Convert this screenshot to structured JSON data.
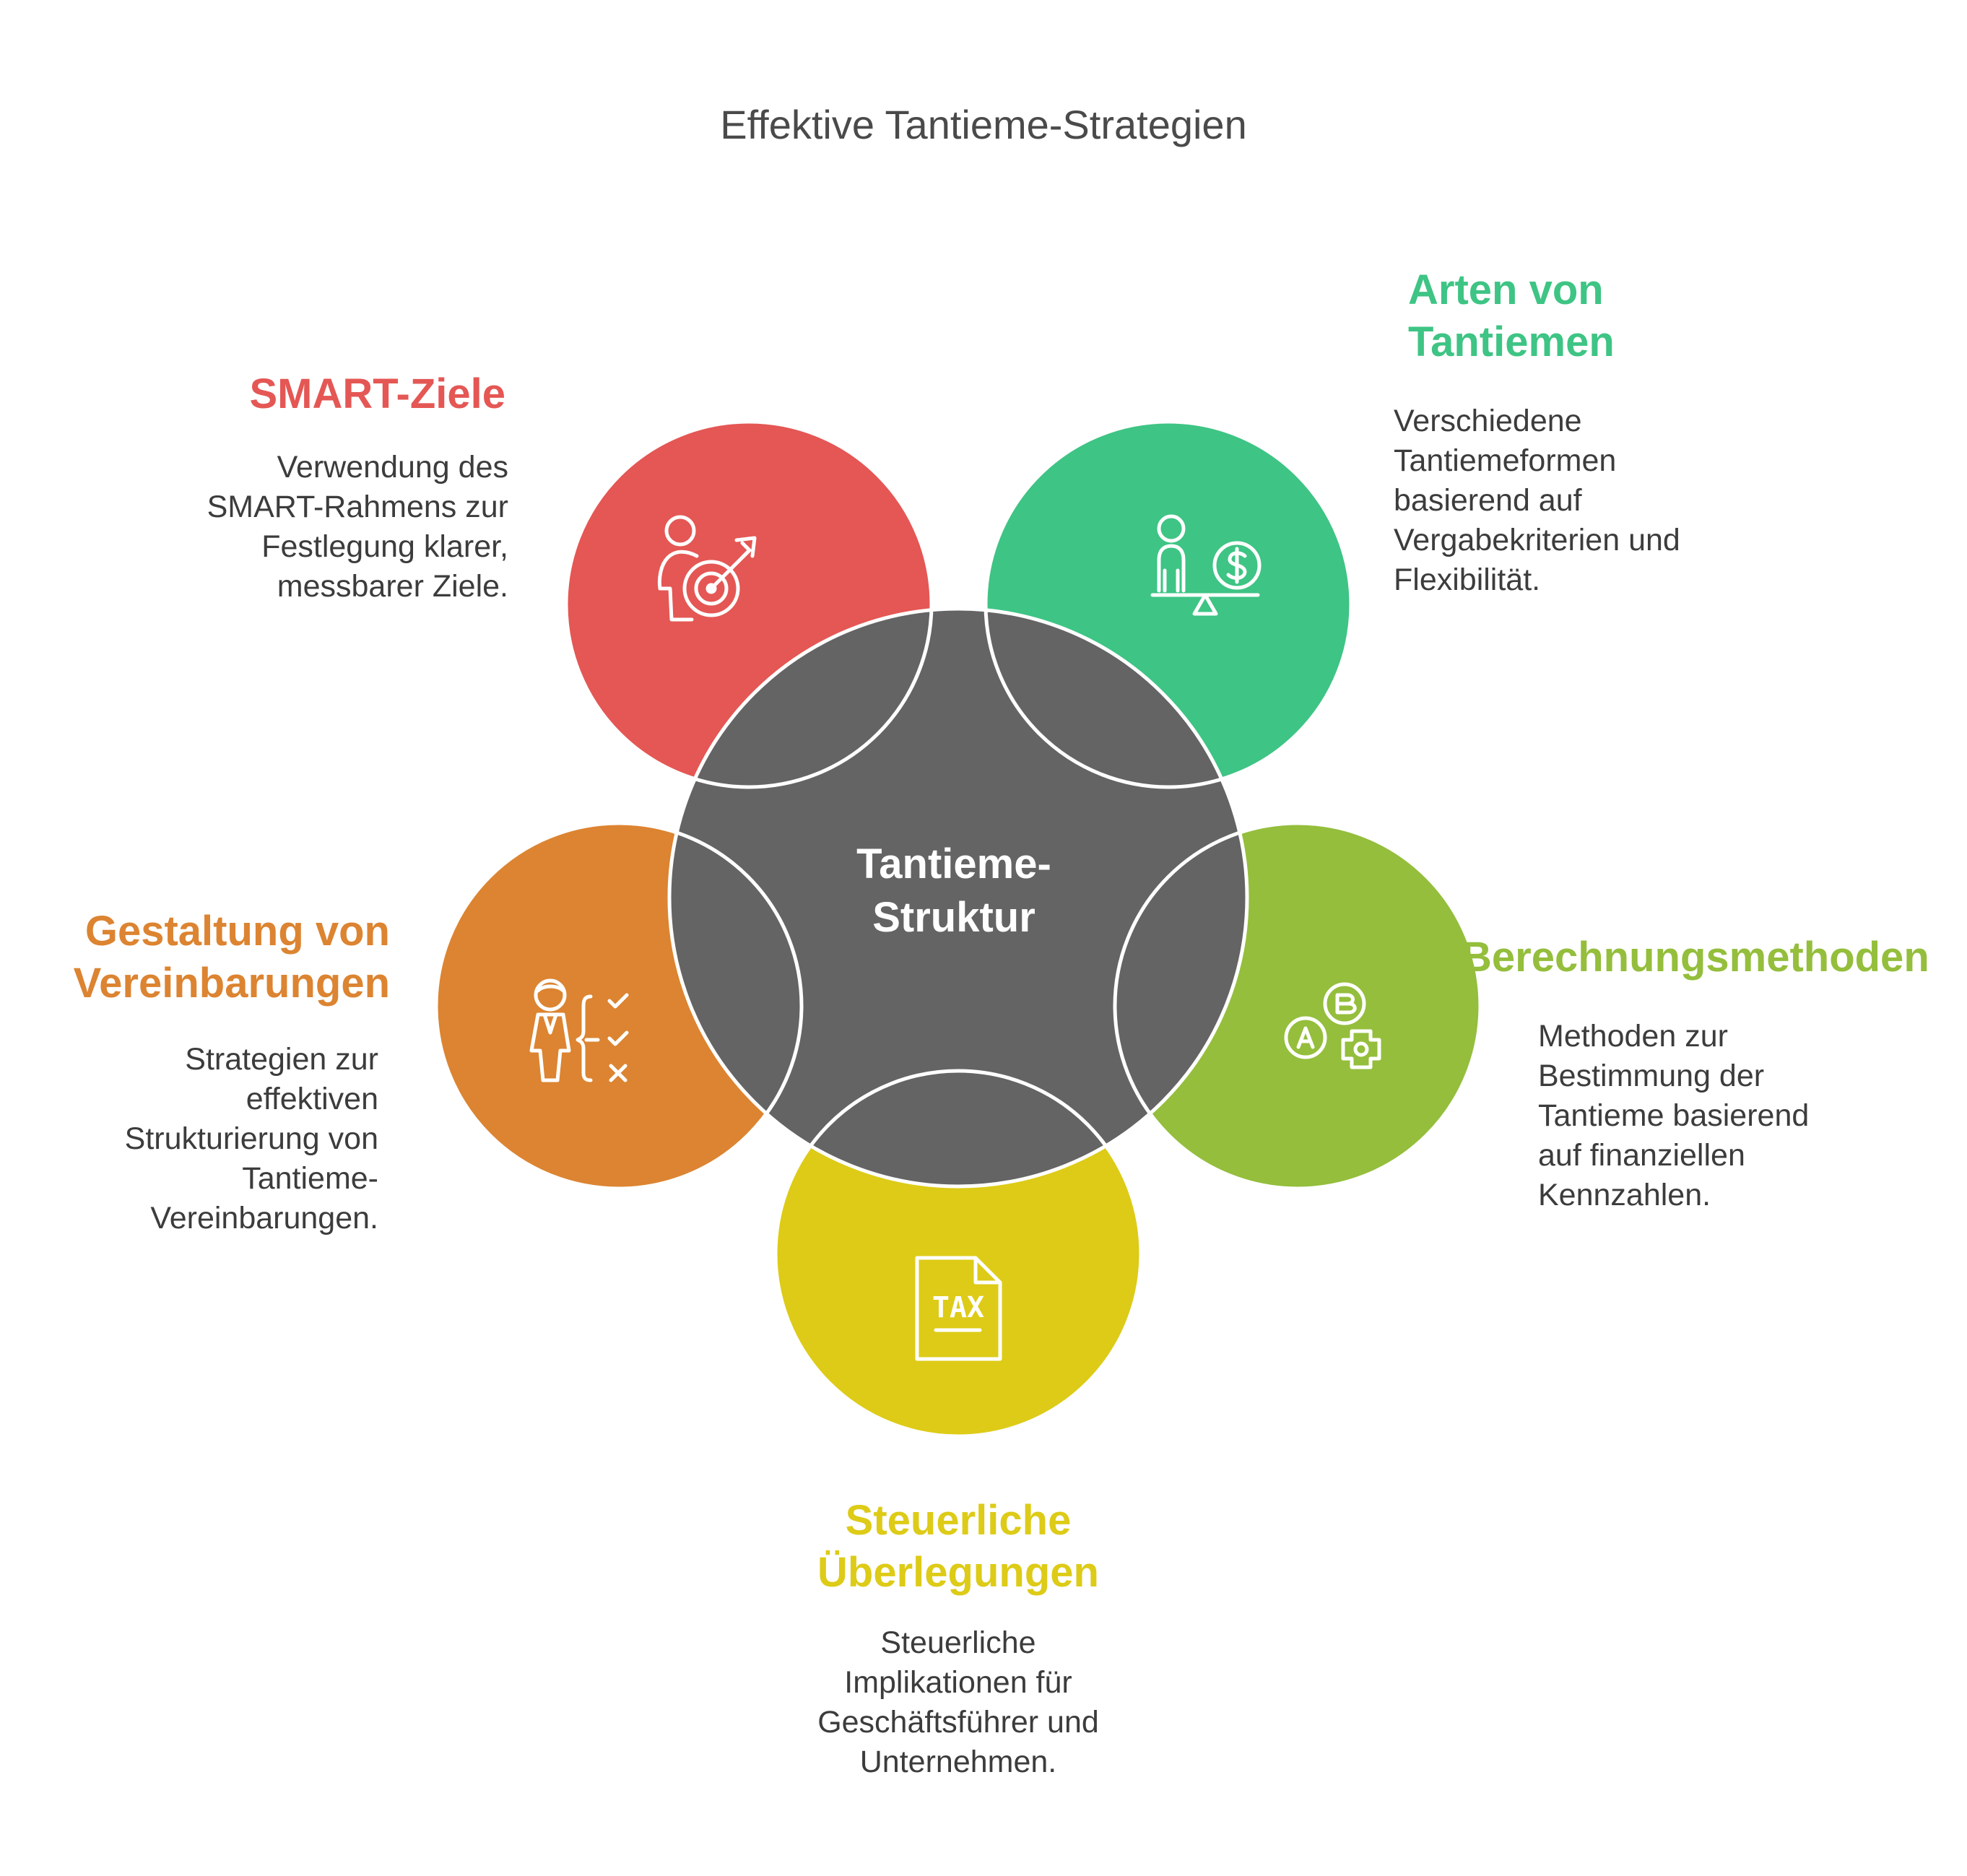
{
  "title": "Effektive Tantieme-Strategien",
  "center": {
    "line1": "Tantieme-",
    "line2": "Struktur"
  },
  "colors": {
    "smart": "#E45754",
    "arten": "#3EC484",
    "berechnung": "#94BE3C",
    "steuer": "#DDCB17",
    "gestaltung": "#DC8431",
    "center": "#646464"
  },
  "items": {
    "smart": {
      "heading": [
        "SMART-Ziele"
      ],
      "text": [
        "Verwendung des",
        "SMART-Rahmens zur",
        "Festlegung klarer,",
        "messbarer Ziele."
      ],
      "icon": "person-target-icon"
    },
    "arten": {
      "heading": [
        "Arten von",
        "Tantiemen"
      ],
      "text": [
        "Verschiedene",
        "Tantiemeformen",
        "basierend auf",
        "Vergabekriterien und",
        "Flexibilität."
      ],
      "icon": "person-scale-dollar-icon"
    },
    "berechnung": {
      "heading": [
        "Berechnungsmethoden"
      ],
      "text": [
        "Methoden zur",
        "Bestimmung der",
        "Tantieme basierend",
        "auf finanziellen",
        "Kennzahlen."
      ],
      "icon": "ab-options-icon"
    },
    "steuer": {
      "heading": [
        "Steuerliche",
        "Überlegungen"
      ],
      "text": [
        "Steuerliche",
        "Implikationen für",
        "Geschäftsführer und",
        "Unternehmen."
      ],
      "icon": "tax-document-icon",
      "icon_text": "TAX"
    },
    "gestaltung": {
      "heading": [
        "Gestaltung von",
        "Vereinbarungen"
      ],
      "text": [
        "Strategien zur",
        "effektiven",
        "Strukturierung von",
        "Tantieme-",
        "Vereinbarungen."
      ],
      "icon": "person-checklist-icon"
    }
  }
}
